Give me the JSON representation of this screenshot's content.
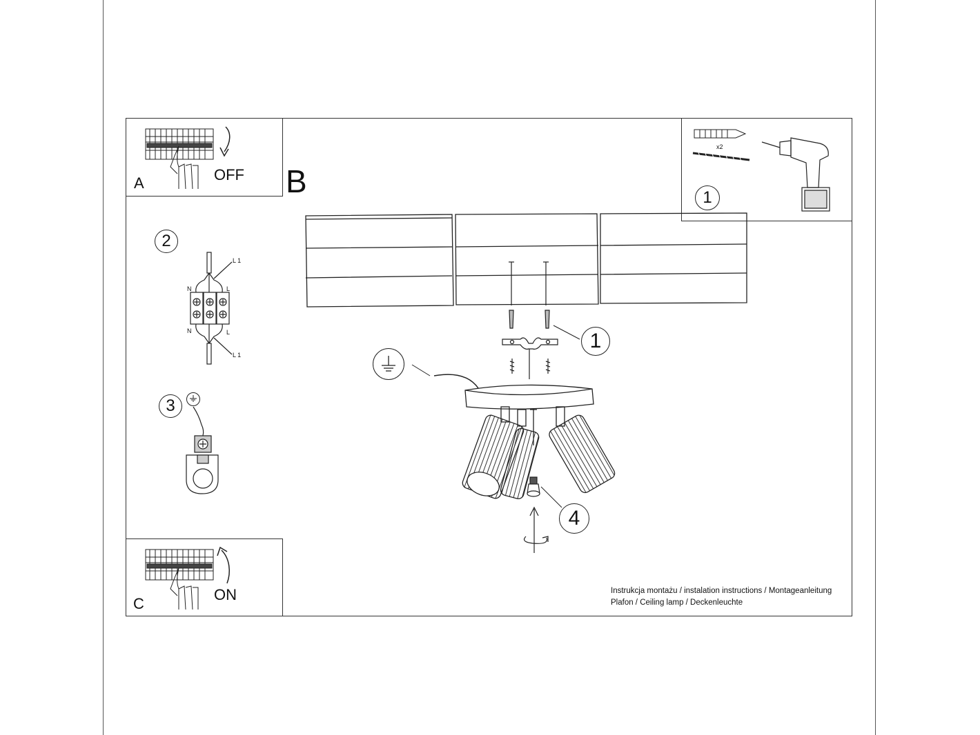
{
  "panels": {
    "a": {
      "letter": "A",
      "switch_label": "OFF"
    },
    "b": {
      "letter": "B"
    },
    "c": {
      "letter": "C",
      "switch_label": "ON"
    }
  },
  "steps": {
    "step1": "1",
    "step2": "2",
    "step3": "3",
    "step4": "4"
  },
  "tools": {
    "dowel_quantity": "x2"
  },
  "wiring": {
    "top_phase": "L 1",
    "bottom_phase": "L 1",
    "left_top": "N",
    "left_bottom": "N",
    "right_top": "L",
    "right_bottom": "L"
  },
  "footer": {
    "line1": "Instrukcja montażu / instalation instructions / Montageanleitung",
    "line2": "Plafon / Ceiling lamp / Deckenleuchte"
  },
  "icons": [
    "hand-pressing-breaker-icon",
    "rotate-arrow-icon",
    "drill-icon",
    "wall-plug-icon",
    "screw-icon",
    "terminal-block-icon",
    "ground-symbol-icon",
    "ground-terminal-icon",
    "ceiling-lamp-icon",
    "mounting-bracket-icon"
  ]
}
